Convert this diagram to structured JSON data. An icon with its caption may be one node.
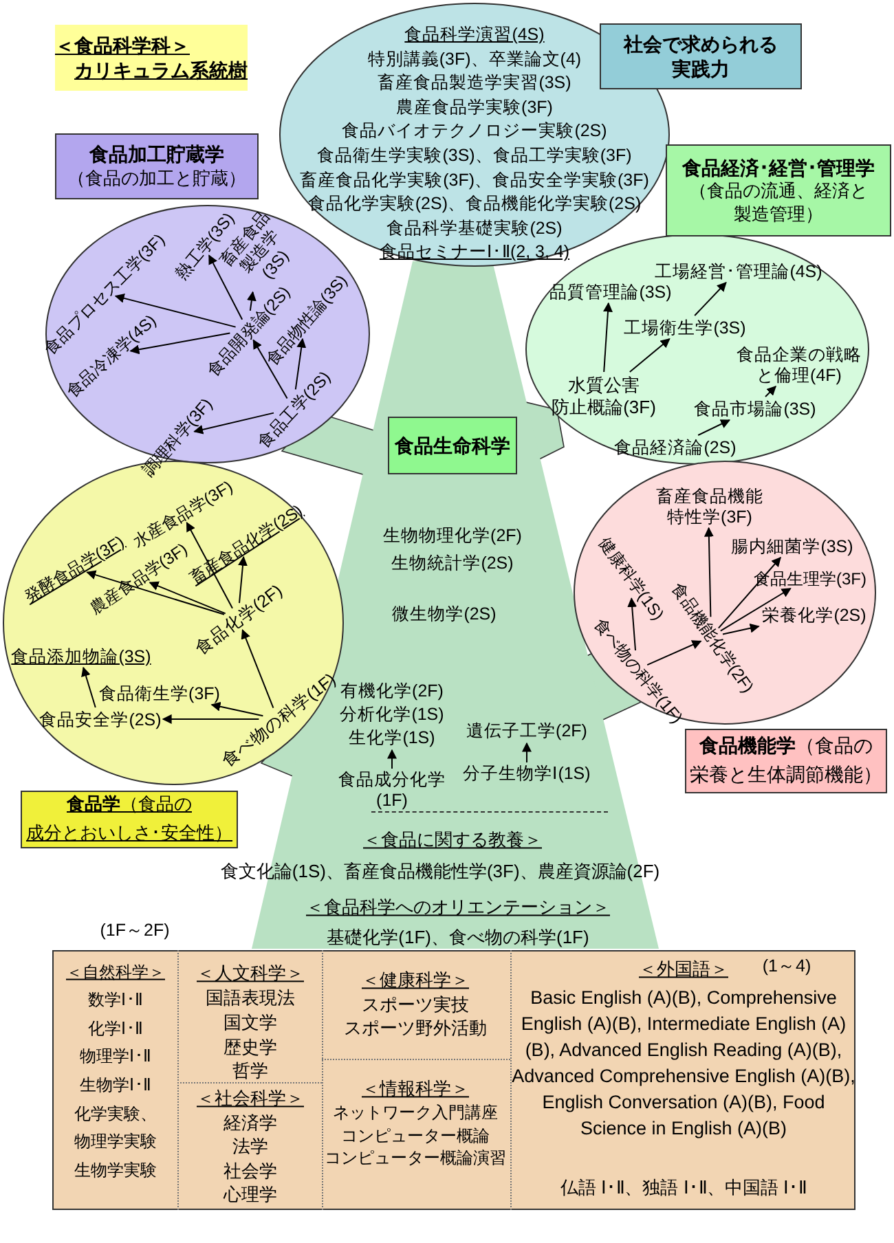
{
  "diagram": {
    "nodes": [
      {
        "text": [
          "＜食品科学科＞",
          "カリキュラム系統樹"
        ]
      },
      {
        "text": [
          "食品科学演習(4S)",
          "特別講義(3F)、卒業論文(4)",
          "畜産食品製造学実習(3S)",
          "農産食品学実験(3F)",
          "食品バイオテクノロジー実験(2S)",
          "食品衛生学実験(3S)、食品工学実験(3F)",
          "畜産食品化学実験(3F)、食品安全学実験(3F)",
          "食品化学実験(2S)、食品機能化学実験(2S)",
          "食品科学基礎実験(2S)",
          "食品セミナーⅠ･Ⅱ(2, 3, 4)"
        ]
      },
      {
        "text": [
          "社会で求められる実践力"
        ]
      },
      {
        "text": [
          "食品加工貯蔵学",
          "（食品の加工と貯蔵）"
        ]
      },
      {
        "text": [],
        "shape": "circle"
      },
      {
        "text": [
          "食品プロセス工学(3F)"
        ],
        "in": 4
      },
      {
        "text": [
          "熱工学(3S)"
        ],
        "in": 4
      },
      {
        "text": [
          "畜産食品製造学(3S)"
        ],
        "in": 4
      },
      {
        "text": [
          "食品冷凍学(4S)"
        ],
        "in": 4
      },
      {
        "text": [
          "食品開発論(2S)"
        ],
        "in": 4
      },
      {
        "text": [
          "食品物性論(3S)"
        ],
        "in": 4
      },
      {
        "text": [
          "調理科学(3F)"
        ],
        "in": 4
      },
      {
        "text": [
          "食品工学(2S)"
        ],
        "in": 4
      },
      {
        "text": [
          "食品経済･経営･管理学",
          "（食品の流通、経済と製造管理）"
        ]
      },
      {
        "text": [],
        "shape": "circle"
      },
      {
        "text": [
          "工場経営･管理論(4S)"
        ],
        "in": 14
      },
      {
        "text": [
          "品質管理論(3S)"
        ],
        "in": 14
      },
      {
        "text": [
          "工場衛生学(3S)"
        ],
        "in": 14
      },
      {
        "text": [
          "食品企業の戦略と倫理(4F)"
        ],
        "in": 14
      },
      {
        "text": [
          "水質公害防止概論(3F)"
        ],
        "in": 14
      },
      {
        "text": [
          "食品市場論(3S)"
        ],
        "in": 14
      },
      {
        "text": [
          "食品経済論(2S)"
        ],
        "in": 14
      },
      {
        "text": [],
        "shape": "trapezoid"
      },
      {
        "text": [
          "食品生命科学"
        ],
        "in": 22
      },
      {
        "text": [
          "有機化学(2F)",
          "分析化学(1S)",
          "生化学(1S)"
        ],
        "in": 22
      },
      {
        "text": [
          "食品成分化学(1F)"
        ],
        "in": 22
      },
      {
        "text": [
          "遺伝子工学(2F)"
        ],
        "in": 22
      },
      {
        "text": [
          "分子生物学Ⅰ(1S)"
        ],
        "in": 22
      },
      {
        "text": [],
        "shape": "circle"
      },
      {
        "text": [
          "発酵食品学(3F)"
        ],
        "in": 28
      },
      {
        "text": [
          "水産食品学(3F)"
        ],
        "in": 28
      },
      {
        "text": [
          "農産食品学(3F)"
        ],
        "in": 28
      },
      {
        "text": [
          "畜産食品化学(2S)"
        ],
        "in": 28
      },
      {
        "text": [
          "食品化学(2F)"
        ],
        "in": 28
      },
      {
        "text": [
          "食品添加物論(3S)"
        ],
        "in": 28
      },
      {
        "text": [
          "食品衛生学(3F)"
        ],
        "in": 28
      },
      {
        "text": [
          "食品安全学(2S)"
        ],
        "in": 28
      },
      {
        "text": [
          "食べ物の科学(1F)"
        ],
        "in": 28
      },
      {
        "text": [
          "食品学",
          "（食品の成分とおいしさ･安全性）"
        ]
      },
      {
        "text": [],
        "shape": "circle"
      },
      {
        "text": [
          "畜産食品機能特性学(3F)"
        ],
        "in": 39
      },
      {
        "text": [
          "腸内細菌学(3S)"
        ],
        "in": 39
      },
      {
        "text": [
          "食品生理学(3F)"
        ],
        "in": 39
      },
      {
        "text": [
          "栄養化学(2S)"
        ],
        "in": 39
      },
      {
        "text": [
          "健康科学(1S)"
        ],
        "in": 39
      },
      {
        "text": [
          "食品機能化学(2F)"
        ],
        "in": 39
      },
      {
        "text": [
          "食べ物の科学(1F)"
        ],
        "in": 39
      },
      {
        "text": [
          "食品機能学",
          "（食品の栄養と生体調節機能）"
        ]
      }
    ],
    "edges": [
      {
        "from": 9,
        "to": 5,
        "arrow": "to"
      },
      {
        "from": 9,
        "to": 6,
        "arrow": "to"
      },
      {
        "from": 9,
        "to": 7,
        "arrow": "to"
      },
      {
        "from": 9,
        "to": 8,
        "arrow": "to"
      },
      {
        "from": 12,
        "to": 9,
        "arrow": "to"
      },
      {
        "from": 12,
        "to": 10,
        "arrow": "to"
      },
      {
        "from": 12,
        "to": 11,
        "arrow": "to"
      },
      {
        "from": 19,
        "to": 16,
        "arrow": "to"
      },
      {
        "from": 19,
        "to": 17,
        "arrow": "to"
      },
      {
        "from": 17,
        "to": 15,
        "arrow": "to"
      },
      {
        "from": 21,
        "to": 20,
        "arrow": "to"
      },
      {
        "from": 20,
        "to": 18,
        "arrow": "to"
      },
      {
        "from": 25,
        "to": 24,
        "arrow": "to"
      },
      {
        "from": 27,
        "to": 26,
        "arrow": "to"
      },
      {
        "from": 33,
        "to": 29,
        "arrow": "to"
      },
      {
        "from": 33,
        "to": 31,
        "arrow": "to"
      },
      {
        "from": 33,
        "to": 30,
        "arrow": "to"
      },
      {
        "from": 33,
        "to": 32,
        "arrow": "to"
      },
      {
        "from": 37,
        "to": 33,
        "arrow": "to"
      },
      {
        "from": 37,
        "to": 35,
        "arrow": "to"
      },
      {
        "from": 37,
        "to": 36,
        "arrow": "to"
      },
      {
        "from": 36,
        "to": 34,
        "arrow": "to"
      },
      {
        "from": 45,
        "to": 40,
        "arrow": "to"
      },
      {
        "from": 45,
        "to": 41,
        "arrow": "to"
      },
      {
        "from": 45,
        "to": 42,
        "arrow": "to"
      },
      {
        "from": 45,
        "to": 43,
        "arrow": "to"
      },
      {
        "from": 46,
        "to": 45,
        "arrow": "to"
      },
      {
        "from": 46,
        "to": 44,
        "arrow": "to"
      }
    ],
    "labels": [
      "生物物理化学(2F)",
      "生物統計学(2S)",
      "微生物学(2S)",
      "＜食品に関する教養＞",
      "食文化論(1S)、畜産食品機能性学(3F)、農産資源論(2F)",
      "＜食品科学へのオリエンテーション＞",
      "基礎化学(1F)、食べ物の科学(1F)",
      "(1F～2F)",
      "＜自然科学＞",
      "数学Ⅰ･Ⅱ",
      "化学Ⅰ･Ⅱ",
      "物理学Ⅰ･Ⅱ",
      "生物学Ⅰ･Ⅱ",
      "化学実験、",
      "物理学実験",
      "生物学実験",
      "＜人文科学＞",
      "国語表現法",
      "国文学",
      "歴史学",
      "哲学",
      "＜社会科学＞",
      "経済学",
      "法学",
      "社会学",
      "心理学",
      "＜健康科学＞",
      "スポーツ実技",
      "スポーツ野外活動",
      "＜情報科学＞",
      "ネットワーク入門講座",
      "コンピューター概論",
      "コンピューター概論演習",
      "＜外国語＞",
      "(1～4)",
      "Basic English (A)(B), Comprehensive English (A)(B), Intermediate English (A)(B), Advanced English Reading (A)(B), Advanced Comprehensive English (A)(B), English Conversation (A)(B), Food Science in English (A)(B)",
      "仏語 Ⅰ･Ⅱ、独語 Ⅰ･Ⅱ、中国語 Ⅰ･Ⅱ"
    ]
  }
}
